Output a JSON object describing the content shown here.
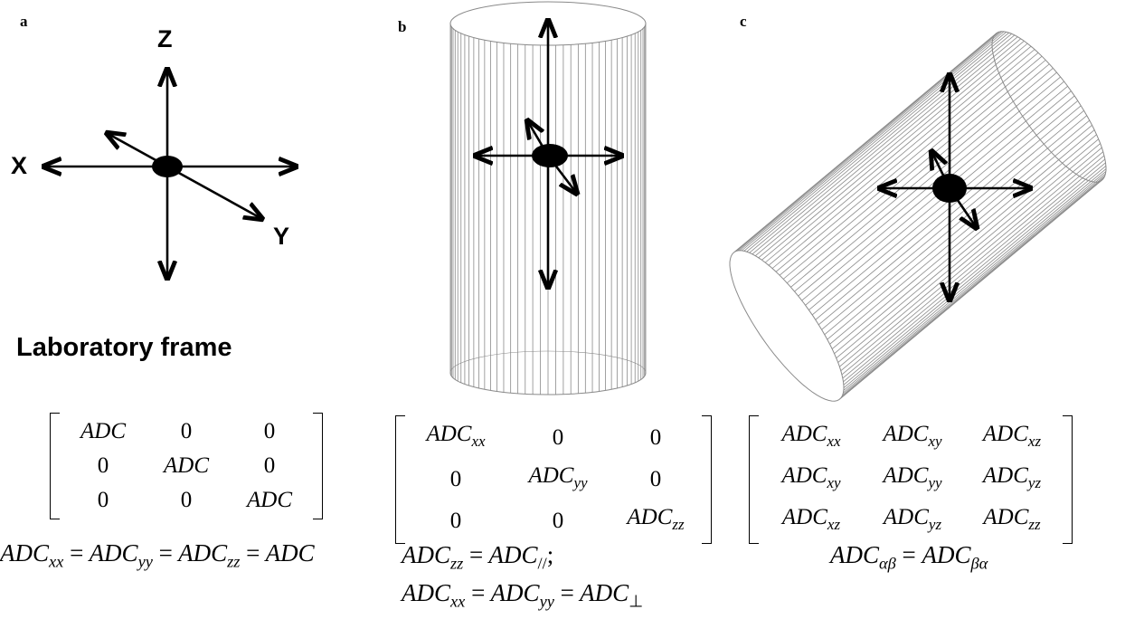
{
  "panels": {
    "a": {
      "letter": "a",
      "axes": {
        "z": "Z",
        "x": "X",
        "y": "Y"
      },
      "title": "Laboratory frame",
      "matrix": [
        [
          "ADC",
          "0",
          "0"
        ],
        [
          "0",
          "ADC",
          "0"
        ],
        [
          "0",
          "0",
          "ADC"
        ]
      ],
      "equation": {
        "base": "ADC",
        "eq": "=",
        "xx": "xx",
        "yy": "yy",
        "zz": "zz"
      }
    },
    "b": {
      "letter": "b",
      "matrix_base": "ADC",
      "zero": "0",
      "subs": {
        "xx": "xx",
        "yy": "yy",
        "zz": "zz"
      },
      "eq1": {
        "base": "ADC",
        "eq": "=",
        "zz": "zz",
        "par": "//",
        "tail": ";"
      },
      "eq2": {
        "base": "ADC",
        "eq": "=",
        "xx": "xx",
        "yy": "yy",
        "perp": "⊥"
      }
    },
    "c": {
      "letter": "c",
      "matrix_base": "ADC",
      "subs": {
        "xx": "xx",
        "xy": "xy",
        "xz": "xz",
        "yy": "yy",
        "yz": "yz",
        "zz": "zz"
      },
      "equation": {
        "base": "ADC",
        "eq": "=",
        "ab": "αβ",
        "ba": "βα"
      }
    }
  },
  "colors": {
    "ink": "#000000",
    "cylinder_line": "#8a8a8a"
  }
}
